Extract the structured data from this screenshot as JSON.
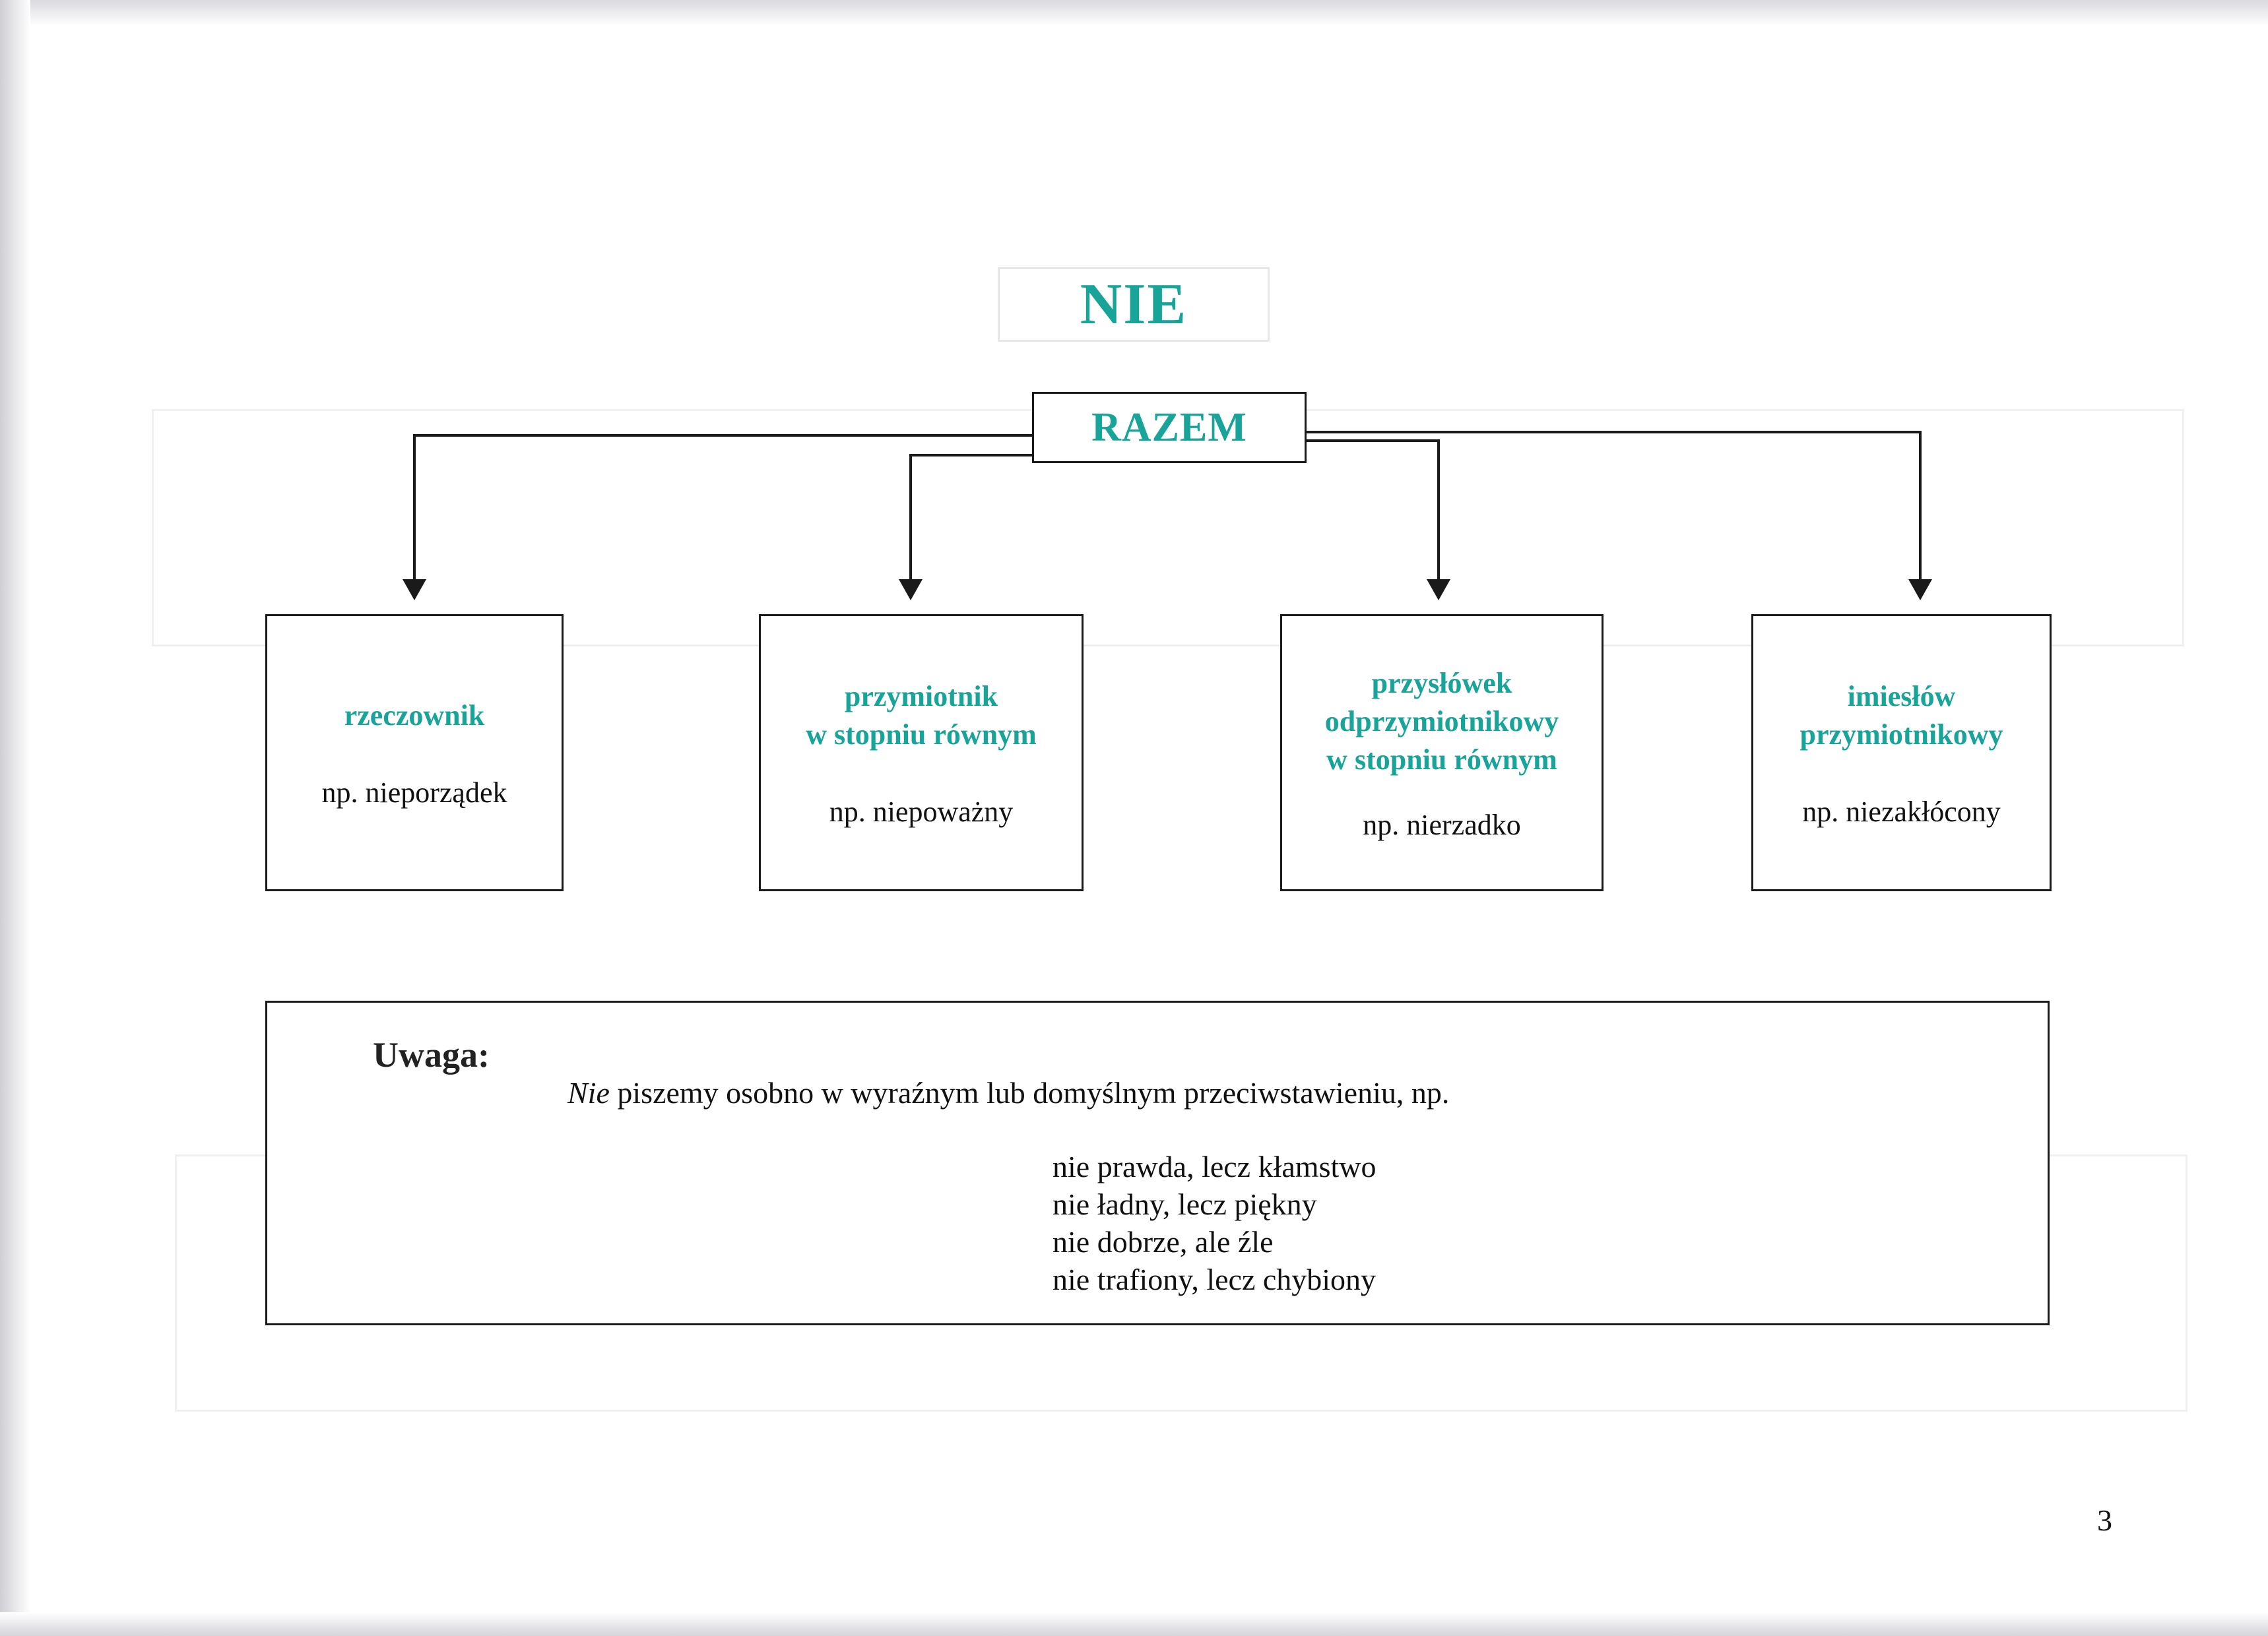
{
  "diagram": {
    "title": "NIE",
    "root": "RAZEM",
    "categories": [
      {
        "name": "rzeczownik",
        "example": "np. nieporządek"
      },
      {
        "name": "przymiotnik\nw stopniu równym",
        "example": "np. niepoważny"
      },
      {
        "name": "przysłówek\nodprzymiotnikowy\nw stopniu równym",
        "example": "np. nierzadko"
      },
      {
        "name": "imiesłów\nprzymiotnikowy",
        "example": "np. niezakłócony"
      }
    ]
  },
  "note": {
    "heading": "Uwaga:",
    "text_italic": "Nie",
    "text_rest": " piszemy osobno w wyraźnym lub domyślnym przeciwstawieniu, np.",
    "examples": [
      "nie prawda, lecz kłamstwo",
      "nie ładny, lecz piękny",
      "nie dobrze, ale źle",
      "nie trafiony, lecz chybiony"
    ]
  },
  "page_number": "3",
  "colors": {
    "accent": "#19a49a",
    "line": "#1a1a1a",
    "text": "#111111"
  }
}
